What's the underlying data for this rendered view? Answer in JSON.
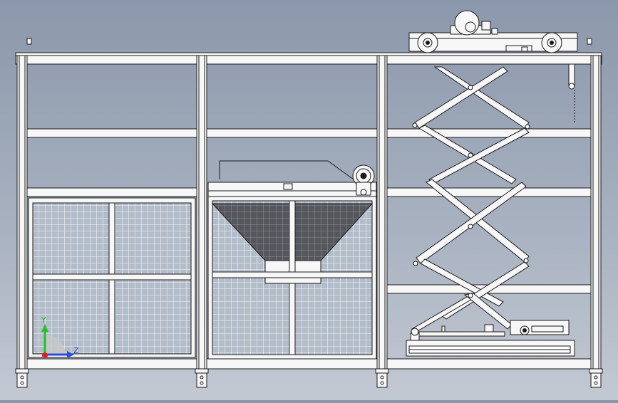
{
  "viewport": {
    "background_top": "#8b98ab",
    "background_bottom": "#c3c9d3",
    "line_color": "#1a1a1a",
    "frame_fill": "#f7f7f7",
    "mesh_color": "#ffffff",
    "hopper_fill": "#55575c"
  },
  "triad": {
    "y_label": "Y",
    "z_label": "Z",
    "y_color": "#22c02a",
    "z_color": "#2a4fd8",
    "origin_color": "#d62020"
  },
  "icons": {
    "frame": "steel-frame-structure",
    "trolley": "overhead-trolley-motor",
    "scissor_lift": "scissor-lift-mechanism",
    "hopper": "hopper-funnel",
    "pulley": "pulley-wheel",
    "triad": "coordinate-axis-triad"
  }
}
